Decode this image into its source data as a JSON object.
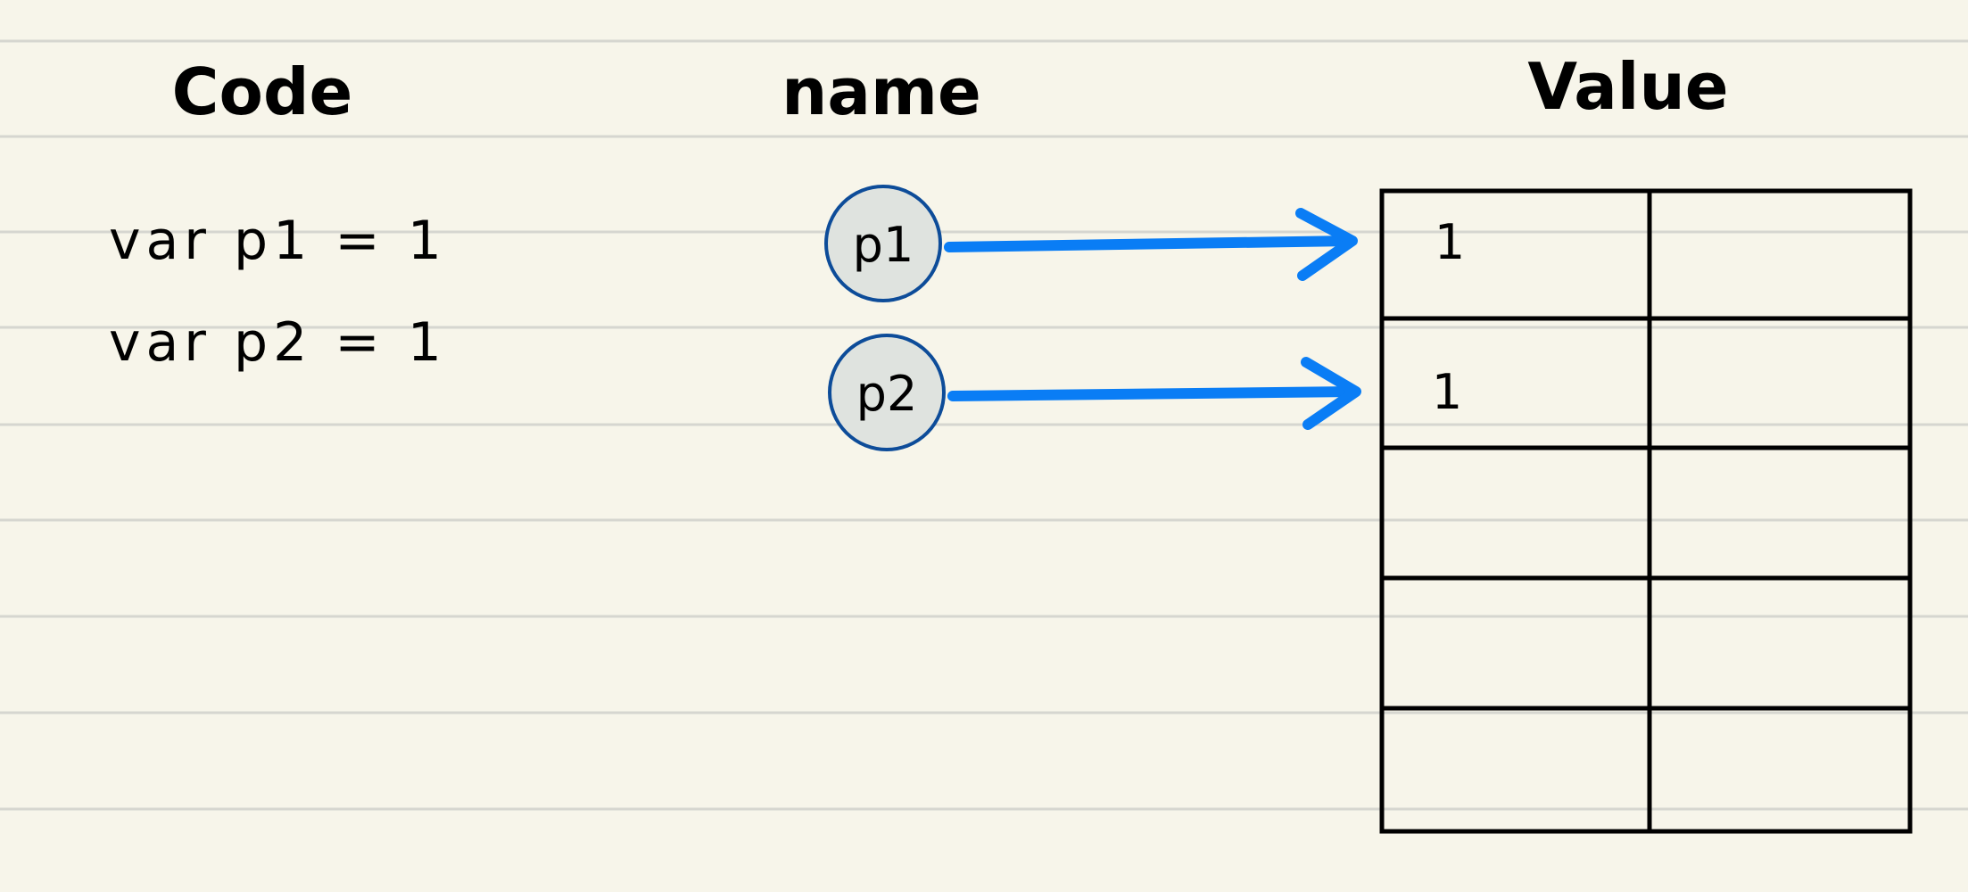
{
  "headings": {
    "code": "Code",
    "name": "name",
    "value": "Value"
  },
  "code_lines": [
    "var p1 = 1",
    "var p2 = 1"
  ],
  "nodes": [
    {
      "label": "p1"
    },
    {
      "label": "p2"
    }
  ],
  "value_table": {
    "rows": 5,
    "columns": 2,
    "cells": [
      [
        "1",
        ""
      ],
      [
        "1",
        ""
      ],
      [
        "",
        ""
      ],
      [
        "",
        ""
      ],
      [
        "",
        ""
      ]
    ]
  },
  "colors": {
    "paper": "#f7f5ea",
    "rule_line": "#d6d6d0",
    "ink": "#000000",
    "arrow": "#0a7df5",
    "node_fill": "#dfe3df",
    "node_stroke": "#0d4c99"
  }
}
